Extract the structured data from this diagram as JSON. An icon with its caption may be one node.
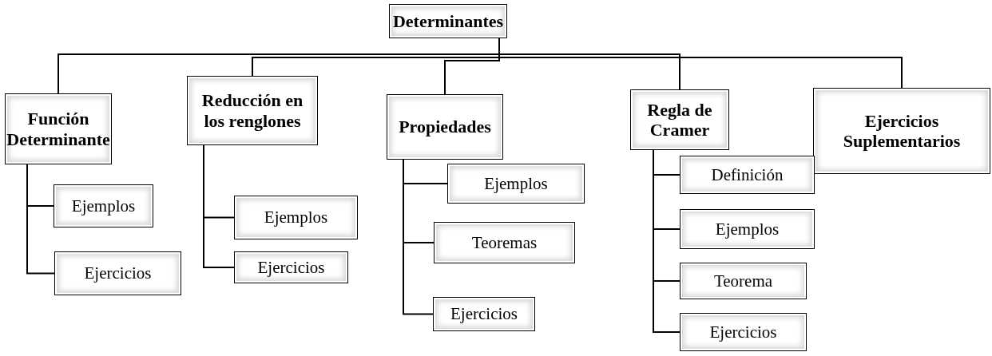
{
  "diagram": {
    "nodes": [
      {
        "text": [
          "Determinantes"
        ]
      },
      {
        "text": [
          "Función Determinante"
        ]
      },
      {
        "text": [
          "Reducción en los renglones"
        ]
      },
      {
        "text": [
          "Propiedades"
        ]
      },
      {
        "text": [
          "Regla de Cramer"
        ]
      },
      {
        "text": [
          "Ejercicios Suplementarios"
        ]
      },
      {
        "text": [
          "Ejemplos"
        ]
      },
      {
        "text": [
          "Ejercicios"
        ]
      },
      {
        "text": [
          "Ejemplos"
        ]
      },
      {
        "text": [
          "Ejercicios"
        ]
      },
      {
        "text": [
          "Ejemplos"
        ]
      },
      {
        "text": [
          "Teoremas"
        ]
      },
      {
        "text": [
          "Ejercicios"
        ]
      },
      {
        "text": [
          "Definición"
        ]
      },
      {
        "text": [
          "Ejemplos"
        ]
      },
      {
        "text": [
          "Teorema"
        ]
      },
      {
        "text": [
          "Ejercicios"
        ]
      }
    ],
    "edges": [
      {
        "from": 0,
        "to": 1,
        "arrow": "none"
      },
      {
        "from": 0,
        "to": 2,
        "arrow": "none"
      },
      {
        "from": 0,
        "to": 3,
        "arrow": "none"
      },
      {
        "from": 0,
        "to": 4,
        "arrow": "none"
      },
      {
        "from": 0,
        "to": 5,
        "arrow": "none"
      },
      {
        "from": 1,
        "to": 6,
        "arrow": "none"
      },
      {
        "from": 1,
        "to": 7,
        "arrow": "none"
      },
      {
        "from": 2,
        "to": 8,
        "arrow": "none"
      },
      {
        "from": 2,
        "to": 9,
        "arrow": "none"
      },
      {
        "from": 3,
        "to": 10,
        "arrow": "none"
      },
      {
        "from": 3,
        "to": 11,
        "arrow": "none"
      },
      {
        "from": 3,
        "to": 12,
        "arrow": "none"
      },
      {
        "from": 4,
        "to": 13,
        "arrow": "none"
      },
      {
        "from": 4,
        "to": 14,
        "arrow": "none"
      },
      {
        "from": 4,
        "to": 15,
        "arrow": "none"
      },
      {
        "from": 4,
        "to": 16,
        "arrow": "none"
      }
    ]
  }
}
